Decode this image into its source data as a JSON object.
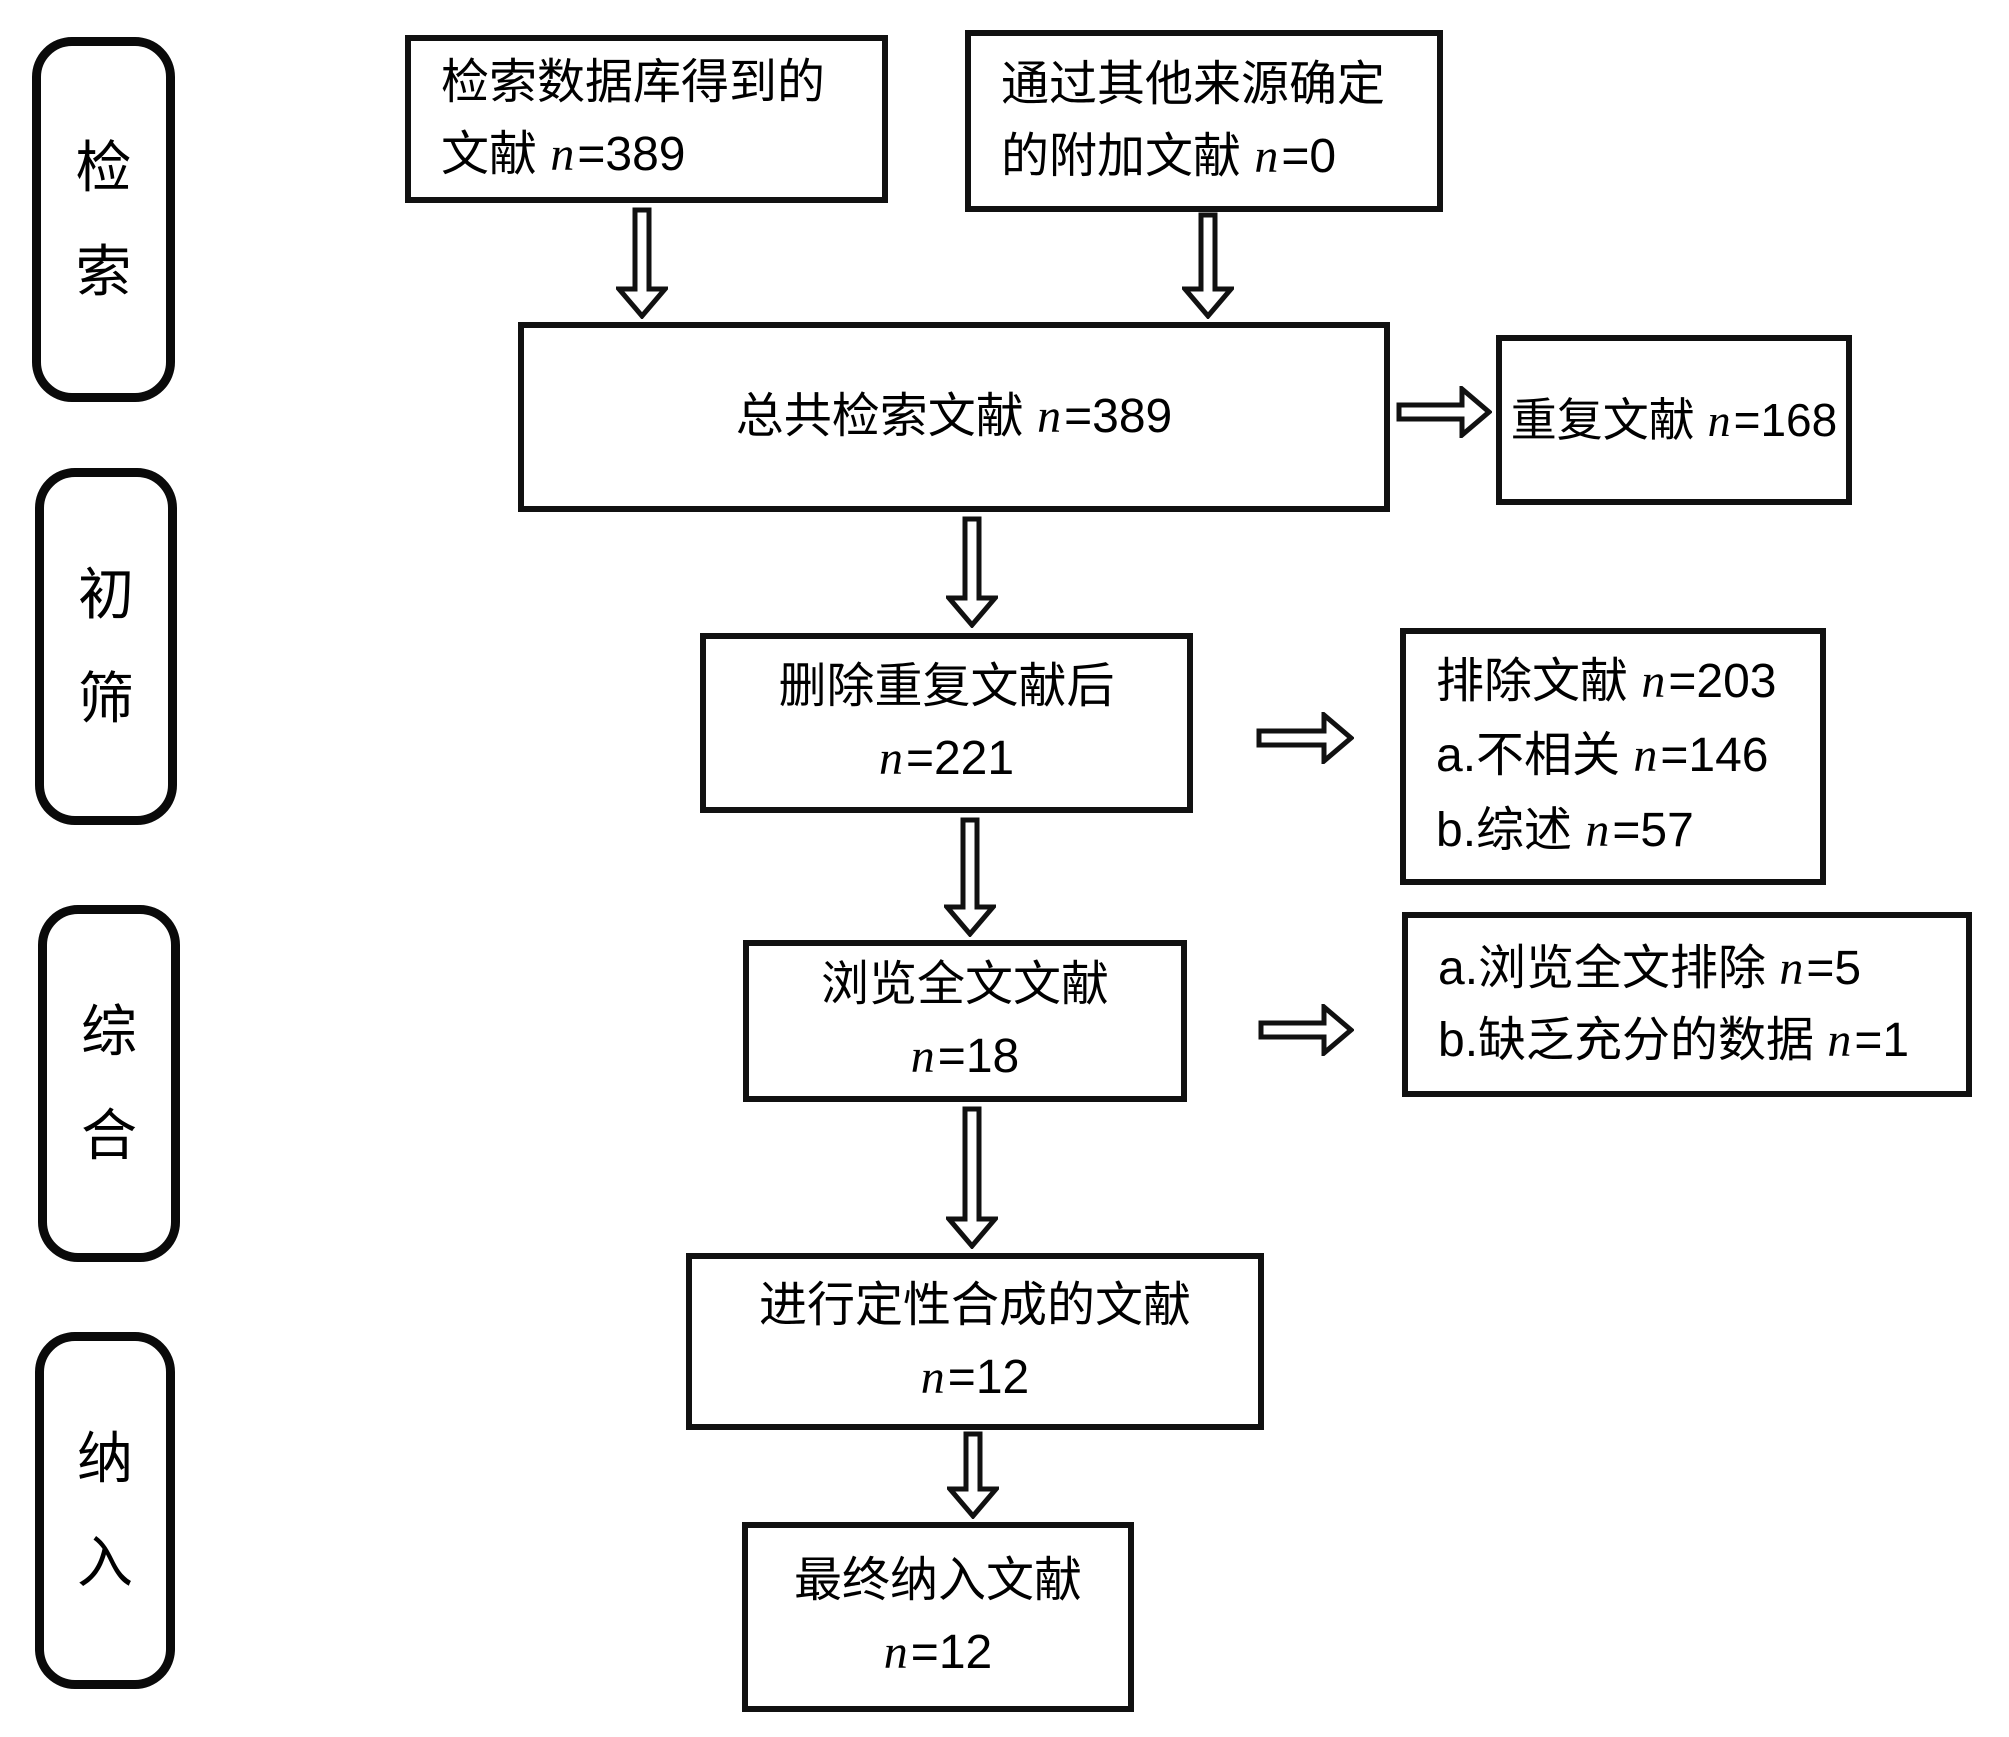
{
  "diagram": {
    "type": "prisma-flowchart",
    "line_color": "#111111",
    "background_color": "#ffffff"
  },
  "stages": [
    {
      "label": "检\n索"
    },
    {
      "label": "初\n筛"
    },
    {
      "label": "综\n合"
    },
    {
      "label": "纳\n入"
    }
  ],
  "boxes": {
    "db_search": {
      "lines": [
        "检索数据库得到的",
        "文献 n=389"
      ]
    },
    "other_sources": {
      "lines": [
        "通过其他来源确定",
        "的附加文献 n=0"
      ]
    },
    "total_retrieved": {
      "lines": [
        "总共检索文献 n=389"
      ]
    },
    "duplicates": {
      "lines": [
        "重复文献 n=168"
      ]
    },
    "after_dedup": {
      "lines": [
        "删除重复文献后",
        "n=221"
      ]
    },
    "excluded": {
      "lines": [
        "排除文献 n=203",
        "a.不相关 n=146",
        "b.综述 n=57"
      ]
    },
    "fulltext": {
      "lines": [
        "浏览全文文献",
        "n=18"
      ]
    },
    "fulltext_excluded": {
      "lines": [
        "a.浏览全文排除 n=5",
        "b.缺乏充分的数据 n=1"
      ]
    },
    "qualitative": {
      "lines": [
        "进行定性合成的文献",
        "n=12"
      ]
    },
    "final_included": {
      "lines": [
        "最终纳入文献",
        "n=12"
      ]
    }
  }
}
